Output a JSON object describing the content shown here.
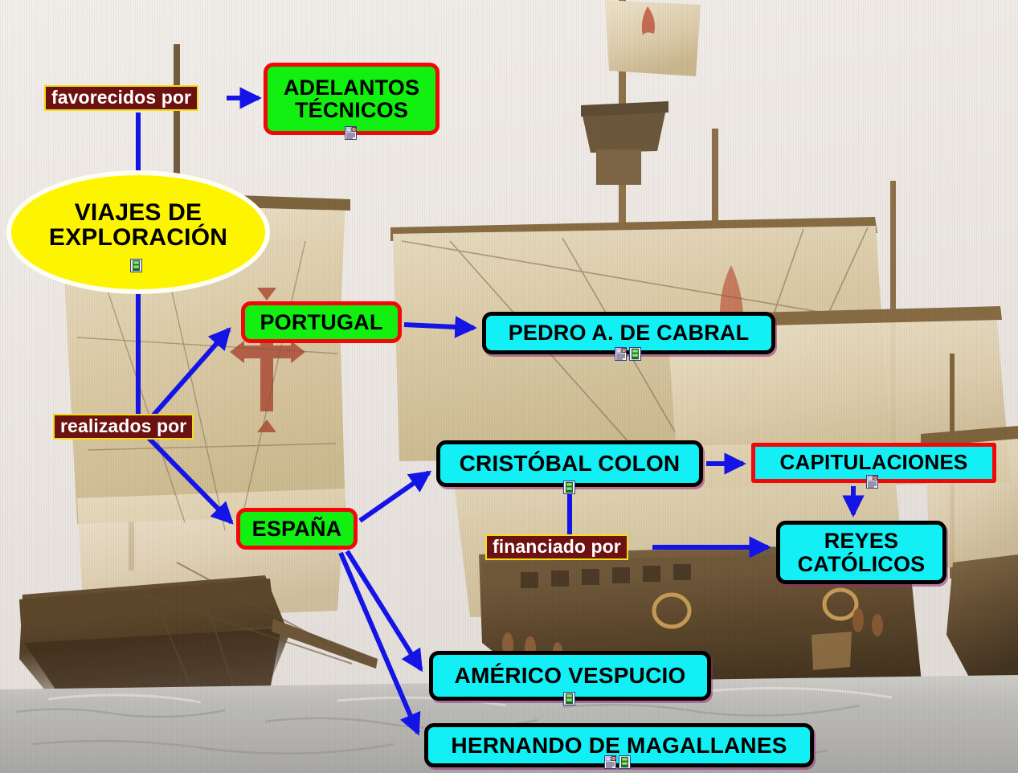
{
  "diagram": {
    "title": "VIAJES DE EXPLORACIÓN",
    "palette": {
      "cyan": "#12f0f5",
      "green": "#12f011",
      "yellow": "#fdf500",
      "red_border": "#f10808",
      "black_border": "#000000",
      "arrow_blue": "#1414e6",
      "label_bg": "#6e1111",
      "label_border": "#f2dd17",
      "label_text": "#ffffff"
    },
    "nodes": [
      {
        "id": "viajes",
        "label": "VIAJES DE\nEXPLORACIÓN",
        "shape": "ellipse",
        "style": "yellow-ellipse"
      },
      {
        "id": "adelantos",
        "label": "ADELANTOS\nTÉCNICOS",
        "shape": "rounded-rect",
        "style": "green-red"
      },
      {
        "id": "portugal",
        "label": "PORTUGAL",
        "shape": "rounded-rect",
        "style": "green-red"
      },
      {
        "id": "espana",
        "label": "ESPAÑA",
        "shape": "rounded-rect",
        "style": "green-red"
      },
      {
        "id": "cabral",
        "label": "PEDRO A. DE CABRAL",
        "shape": "rounded-rect",
        "style": "cyan-black"
      },
      {
        "id": "colon",
        "label": "CRISTÓBAL COLON",
        "shape": "rounded-rect",
        "style": "cyan-black"
      },
      {
        "id": "capitulaciones",
        "label": "CAPITULACIONES",
        "shape": "rect",
        "style": "cyan-red"
      },
      {
        "id": "reyes",
        "label": "REYES\nCATÓLICOS",
        "shape": "rounded-rect",
        "style": "cyan-black"
      },
      {
        "id": "vespucio",
        "label": "AMÉRICO VESPUCIO",
        "shape": "rounded-rect",
        "style": "cyan-black"
      },
      {
        "id": "magallanes",
        "label": "HERNANDO DE MAGALLANES",
        "shape": "rounded-rect",
        "style": "cyan-black"
      }
    ],
    "link_labels": [
      {
        "id": "favorecidos",
        "text": "favorecidos por"
      },
      {
        "id": "realizados",
        "text": "realizados por"
      },
      {
        "id": "financiado",
        "text": "financiado por"
      }
    ],
    "edges": [
      {
        "from": "viajes",
        "to": "favorecidos",
        "label": ""
      },
      {
        "from": "favorecidos",
        "to": "adelantos",
        "label": "favorecidos por"
      },
      {
        "from": "viajes",
        "to": "realizados",
        "label": ""
      },
      {
        "from": "realizados",
        "to": "portugal",
        "label": "realizados por"
      },
      {
        "from": "realizados",
        "to": "espana",
        "label": "realizados por"
      },
      {
        "from": "portugal",
        "to": "cabral",
        "label": ""
      },
      {
        "from": "espana",
        "to": "colon",
        "label": ""
      },
      {
        "from": "espana",
        "to": "vespucio",
        "label": ""
      },
      {
        "from": "espana",
        "to": "magallanes",
        "label": ""
      },
      {
        "from": "colon",
        "to": "capitulaciones",
        "label": ""
      },
      {
        "from": "colon",
        "to": "financiado",
        "label": ""
      },
      {
        "from": "financiado",
        "to": "reyes",
        "label": "financiado por"
      },
      {
        "from": "capitulaciones",
        "to": "reyes",
        "label": ""
      }
    ],
    "attachments": [
      {
        "node": "viajes",
        "icons": [
          "film-icon"
        ]
      },
      {
        "node": "adelantos",
        "icons": [
          "document-icon"
        ]
      },
      {
        "node": "cabral",
        "icons": [
          "document-icon",
          "film-icon"
        ]
      },
      {
        "node": "colon",
        "icons": [
          "film-icon"
        ]
      },
      {
        "node": "capitulaciones",
        "icons": [
          "document-icon"
        ]
      },
      {
        "node": "vespucio",
        "icons": [
          "film-icon"
        ]
      },
      {
        "node": "magallanes",
        "icons": [
          "document-icon",
          "film-icon"
        ]
      }
    ]
  }
}
